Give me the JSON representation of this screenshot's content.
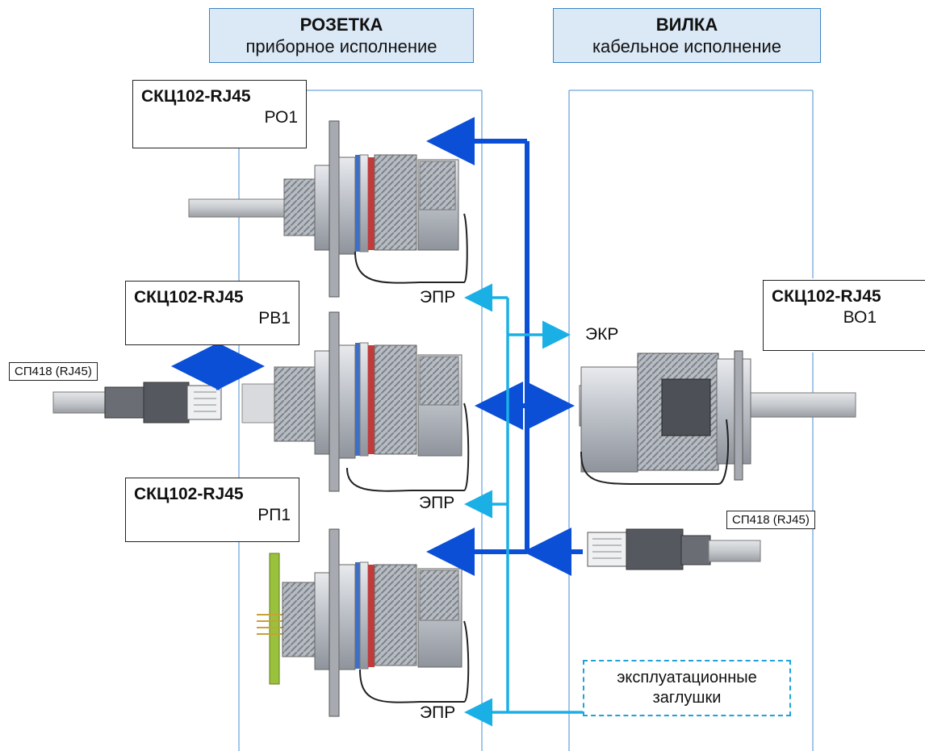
{
  "headers": {
    "socket": {
      "title": "РОЗЕТКА",
      "subtitle": "приборное исполнение"
    },
    "plug": {
      "title": "ВИЛКА",
      "subtitle": "кабельное исполнение"
    }
  },
  "models": {
    "ro1": {
      "name": "СКЦ102-RJ45",
      "code": "РО1"
    },
    "rv1": {
      "name": "СКЦ102-RJ45",
      "code": "РВ1"
    },
    "rp1": {
      "name": "СКЦ102-RJ45",
      "code": "РП1"
    },
    "vo1": {
      "name": "СКЦ102-RJ45",
      "code": "ВО1"
    }
  },
  "cables": {
    "left": "СП418 (RJ45)",
    "right": "СП418 (RJ45)"
  },
  "labels": {
    "epr_top": "ЭПР",
    "epr_mid": "ЭПР",
    "epr_bottom": "ЭПР",
    "ekr": "ЭКР"
  },
  "plugs_note": "эксплуатационные заглушки",
  "colors": {
    "dark_arrow": "#0a4fd6",
    "light_arrow": "#1ab0e6",
    "panel_border": "#4a8ed0",
    "header_fill": "#dbe9f6"
  }
}
